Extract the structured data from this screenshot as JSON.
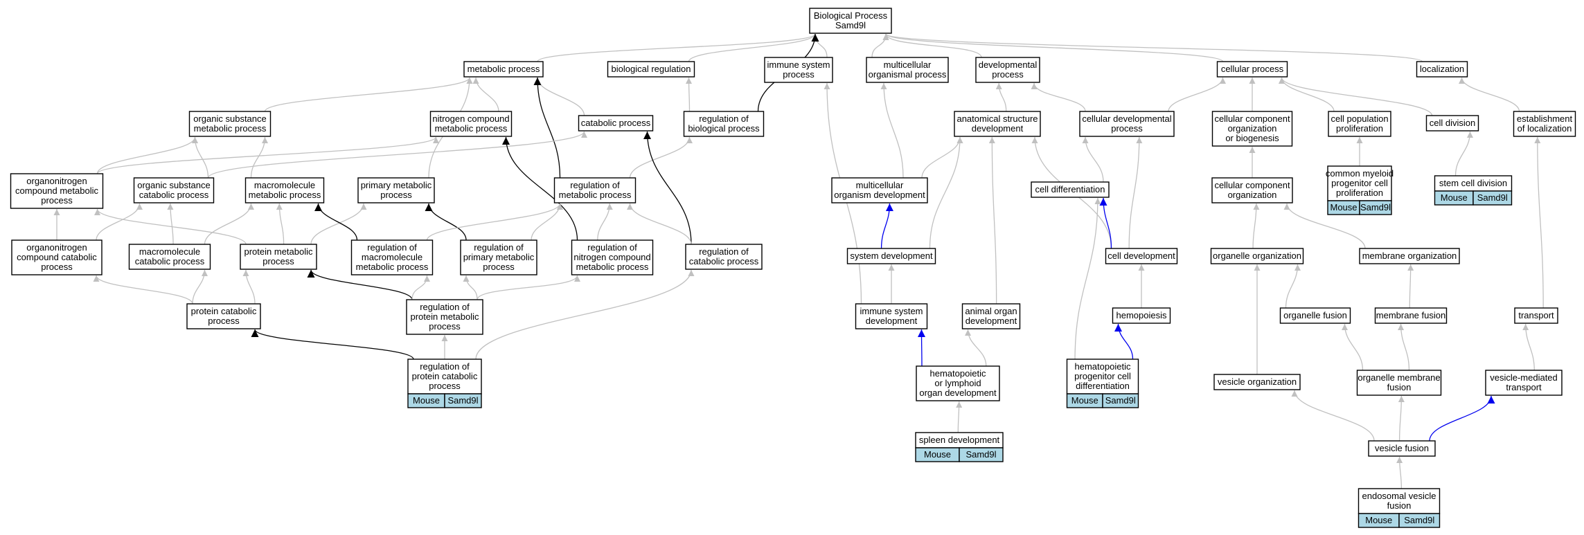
{
  "colors": {
    "edge_gray": "#c0c0c0",
    "edge_black": "#000000",
    "edge_blue": "#0000ee",
    "annotation_fill": "#add8e6",
    "node_stroke": "#000000"
  },
  "nodes": [
    {
      "id": "bp",
      "lines": [
        "Biological Process",
        "Samd9l"
      ]
    },
    {
      "id": "metabolic",
      "lines": [
        "metabolic process"
      ]
    },
    {
      "id": "bioreg",
      "lines": [
        "biological regulation"
      ]
    },
    {
      "id": "immune",
      "lines": [
        "immune system",
        "process"
      ]
    },
    {
      "id": "multiorg",
      "lines": [
        "multicellular",
        "organismal process"
      ]
    },
    {
      "id": "devproc",
      "lines": [
        "developmental",
        "process"
      ]
    },
    {
      "id": "cellproc",
      "lines": [
        "cellular process"
      ]
    },
    {
      "id": "localization",
      "lines": [
        "localization"
      ]
    },
    {
      "id": "orgsub",
      "lines": [
        "organic substance",
        "metabolic process"
      ]
    },
    {
      "id": "nitro",
      "lines": [
        "nitrogen compound",
        "metabolic process"
      ]
    },
    {
      "id": "catabolic",
      "lines": [
        "catabolic process"
      ]
    },
    {
      "id": "regbio",
      "lines": [
        "regulation of",
        "biological process"
      ]
    },
    {
      "id": "anatdev",
      "lines": [
        "anatomical structure",
        "development"
      ]
    },
    {
      "id": "celldevproc",
      "lines": [
        "cellular developmental",
        "process"
      ]
    },
    {
      "id": "ccob",
      "lines": [
        "cellular component",
        "organization",
        "or biogenesis"
      ]
    },
    {
      "id": "cellpop",
      "lines": [
        "cell population",
        "proliferation"
      ]
    },
    {
      "id": "celldiv",
      "lines": [
        "cell division"
      ]
    },
    {
      "id": "estloc",
      "lines": [
        "establishment",
        "of localization"
      ]
    },
    {
      "id": "orgnitro",
      "lines": [
        "organonitrogen",
        "compound metabolic",
        "process"
      ]
    },
    {
      "id": "orgsubcat",
      "lines": [
        "organic substance",
        "catabolic process"
      ]
    },
    {
      "id": "macromet",
      "lines": [
        "macromolecule",
        "metabolic process"
      ]
    },
    {
      "id": "primary",
      "lines": [
        "primary metabolic",
        "process"
      ]
    },
    {
      "id": "regmet",
      "lines": [
        "regulation of",
        "metabolic process"
      ]
    },
    {
      "id": "multidev",
      "lines": [
        "multicellular",
        "organism development"
      ]
    },
    {
      "id": "celldiff",
      "lines": [
        "cell differentiation"
      ]
    },
    {
      "id": "ccorg",
      "lines": [
        "cellular component",
        "organization"
      ]
    },
    {
      "id": "cmp",
      "lines": [
        "common myeloid",
        "progenitor cell",
        "proliferation"
      ],
      "annotation": [
        "Mouse",
        "Samd9l"
      ]
    },
    {
      "id": "stemdiv",
      "lines": [
        "stem cell division"
      ],
      "annotation": [
        "Mouse",
        "Samd9l"
      ]
    },
    {
      "id": "orgnitrocat",
      "lines": [
        "organonitrogen",
        "compound catabolic",
        "process"
      ]
    },
    {
      "id": "macrocat",
      "lines": [
        "macromolecule",
        "catabolic process"
      ]
    },
    {
      "id": "protmet",
      "lines": [
        "protein metabolic",
        "process"
      ]
    },
    {
      "id": "regmacro",
      "lines": [
        "regulation of",
        "macromolecule",
        "metabolic process"
      ]
    },
    {
      "id": "regprim",
      "lines": [
        "regulation of",
        "primary metabolic",
        "process"
      ]
    },
    {
      "id": "regnitro",
      "lines": [
        "regulation of",
        "nitrogen compound",
        "metabolic process"
      ]
    },
    {
      "id": "regcat",
      "lines": [
        "regulation of",
        "catabolic process"
      ]
    },
    {
      "id": "sysdev",
      "lines": [
        "system development"
      ]
    },
    {
      "id": "celldev",
      "lines": [
        "cell development"
      ]
    },
    {
      "id": "orgorg",
      "lines": [
        "organelle organization"
      ]
    },
    {
      "id": "memorg",
      "lines": [
        "membrane organization"
      ]
    },
    {
      "id": "protcat",
      "lines": [
        "protein catabolic",
        "process"
      ]
    },
    {
      "id": "regprotmet",
      "lines": [
        "regulation of",
        "protein metabolic",
        "process"
      ]
    },
    {
      "id": "immdev",
      "lines": [
        "immune system",
        "development"
      ]
    },
    {
      "id": "animaldev",
      "lines": [
        "animal organ",
        "development"
      ]
    },
    {
      "id": "hemopoiesis",
      "lines": [
        "hemopoiesis"
      ]
    },
    {
      "id": "orgfusion",
      "lines": [
        "organelle fusion"
      ]
    },
    {
      "id": "memfusion",
      "lines": [
        "membrane fusion"
      ]
    },
    {
      "id": "transport",
      "lines": [
        "transport"
      ]
    },
    {
      "id": "regprotcat",
      "lines": [
        "regulation of",
        "protein catabolic",
        "process"
      ],
      "annotation": [
        "Mouse",
        "Samd9l"
      ]
    },
    {
      "id": "hemato",
      "lines": [
        "hematopoietic",
        "or lymphoid",
        "organ development"
      ]
    },
    {
      "id": "hpcd",
      "lines": [
        "hematopoietic",
        "progenitor cell",
        "differentiation"
      ],
      "annotation": [
        "Mouse",
        "Samd9l"
      ]
    },
    {
      "id": "vesorg",
      "lines": [
        "vesicle organization"
      ]
    },
    {
      "id": "orgmemfusion",
      "lines": [
        "organelle membrane",
        "fusion"
      ]
    },
    {
      "id": "vesmed",
      "lines": [
        "vesicle-mediated",
        "transport"
      ]
    },
    {
      "id": "spleen",
      "lines": [
        "spleen development"
      ],
      "annotation": [
        "Mouse",
        "Samd9l"
      ]
    },
    {
      "id": "vesfusion",
      "lines": [
        "vesicle fusion"
      ]
    },
    {
      "id": "endo",
      "lines": [
        "endosomal vesicle",
        "fusion"
      ],
      "annotation": [
        "Mouse",
        "Samd9l"
      ]
    }
  ],
  "edges": [
    {
      "from": "metabolic",
      "to": "bp",
      "color": "gray"
    },
    {
      "from": "bioreg",
      "to": "bp",
      "color": "gray"
    },
    {
      "from": "immune",
      "to": "bp",
      "color": "gray"
    },
    {
      "from": "multiorg",
      "to": "bp",
      "color": "gray"
    },
    {
      "from": "devproc",
      "to": "bp",
      "color": "gray"
    },
    {
      "from": "cellproc",
      "to": "bp",
      "color": "gray"
    },
    {
      "from": "localization",
      "to": "bp",
      "color": "gray"
    },
    {
      "from": "regbio",
      "to": "bp",
      "color": "black"
    },
    {
      "from": "orgsub",
      "to": "metabolic",
      "color": "gray"
    },
    {
      "from": "nitro",
      "to": "metabolic",
      "color": "gray"
    },
    {
      "from": "catabolic",
      "to": "metabolic",
      "color": "gray"
    },
    {
      "from": "primary",
      "to": "metabolic",
      "color": "gray"
    },
    {
      "from": "regmet",
      "to": "metabolic",
      "color": "black"
    },
    {
      "from": "regbio",
      "to": "bioreg",
      "color": "gray"
    },
    {
      "from": "regmet",
      "to": "regbio",
      "color": "gray"
    },
    {
      "from": "orgnitro",
      "to": "orgsub",
      "color": "gray"
    },
    {
      "from": "orgsubcat",
      "to": "orgsub",
      "color": "gray"
    },
    {
      "from": "macromet",
      "to": "orgsub",
      "color": "gray"
    },
    {
      "from": "orgnitro",
      "to": "nitro",
      "color": "gray"
    },
    {
      "from": "orgsubcat",
      "to": "catabolic",
      "color": "gray"
    },
    {
      "from": "regnitro",
      "to": "nitro",
      "color": "black"
    },
    {
      "from": "regcat",
      "to": "catabolic",
      "color": "black"
    },
    {
      "from": "orgnitrocat",
      "to": "orgnitro",
      "color": "gray"
    },
    {
      "from": "orgnitrocat",
      "to": "orgsubcat",
      "color": "gray"
    },
    {
      "from": "macrocat",
      "to": "orgsubcat",
      "color": "gray"
    },
    {
      "from": "macrocat",
      "to": "macromet",
      "color": "gray"
    },
    {
      "from": "protmet",
      "to": "orgnitro",
      "color": "gray"
    },
    {
      "from": "protmet",
      "to": "macromet",
      "color": "gray"
    },
    {
      "from": "protmet",
      "to": "primary",
      "color": "gray"
    },
    {
      "from": "regmacro",
      "to": "macromet",
      "color": "black"
    },
    {
      "from": "regprim",
      "to": "primary",
      "color": "black"
    },
    {
      "from": "regmacro",
      "to": "regmet",
      "color": "gray"
    },
    {
      "from": "regprim",
      "to": "regmet",
      "color": "gray"
    },
    {
      "from": "regnitro",
      "to": "regmet",
      "color": "gray"
    },
    {
      "from": "regcat",
      "to": "regmet",
      "color": "gray"
    },
    {
      "from": "protcat",
      "to": "orgnitrocat",
      "color": "gray"
    },
    {
      "from": "protcat",
      "to": "macrocat",
      "color": "gray"
    },
    {
      "from": "protcat",
      "to": "protmet",
      "color": "gray"
    },
    {
      "from": "regprotmet",
      "to": "protmet",
      "color": "black"
    },
    {
      "from": "regprotmet",
      "to": "regmacro",
      "color": "gray"
    },
    {
      "from": "regprotmet",
      "to": "regprim",
      "color": "gray"
    },
    {
      "from": "regprotmet",
      "to": "regnitro",
      "color": "gray"
    },
    {
      "from": "regprotcat",
      "to": "protcat",
      "color": "black"
    },
    {
      "from": "regprotcat",
      "to": "regprotmet",
      "color": "gray"
    },
    {
      "from": "regprotcat",
      "to": "regcat",
      "color": "gray"
    },
    {
      "from": "immdev",
      "to": "immune",
      "color": "gray"
    },
    {
      "from": "multidev",
      "to": "multiorg",
      "color": "gray"
    },
    {
      "from": "anatdev",
      "to": "devproc",
      "color": "gray"
    },
    {
      "from": "celldevproc",
      "to": "devproc",
      "color": "gray"
    },
    {
      "from": "celldevproc",
      "to": "cellproc",
      "color": "gray"
    },
    {
      "from": "ccob",
      "to": "cellproc",
      "color": "gray"
    },
    {
      "from": "cellpop",
      "to": "cellproc",
      "color": "gray"
    },
    {
      "from": "celldiv",
      "to": "cellproc",
      "color": "gray"
    },
    {
      "from": "estloc",
      "to": "localization",
      "color": "gray"
    },
    {
      "from": "multidev",
      "to": "anatdev",
      "color": "gray"
    },
    {
      "from": "sysdev",
      "to": "anatdev",
      "color": "gray"
    },
    {
      "from": "animaldev",
      "to": "anatdev",
      "color": "gray"
    },
    {
      "from": "celldev",
      "to": "anatdev",
      "color": "gray"
    },
    {
      "from": "celldiff",
      "to": "celldevproc",
      "color": "gray"
    },
    {
      "from": "celldev",
      "to": "celldevproc",
      "color": "gray"
    },
    {
      "from": "sysdev",
      "to": "multidev",
      "color": "blue"
    },
    {
      "from": "celldev",
      "to": "celldiff",
      "color": "blue"
    },
    {
      "from": "hpcd",
      "to": "celldiff",
      "color": "gray"
    },
    {
      "from": "immdev",
      "to": "sysdev",
      "color": "gray"
    },
    {
      "from": "hemopoiesis",
      "to": "celldev",
      "color": "gray"
    },
    {
      "from": "hpcd",
      "to": "hemopoiesis",
      "color": "blue"
    },
    {
      "from": "hemato",
      "to": "immdev",
      "color": "blue"
    },
    {
      "from": "hemato",
      "to": "animaldev",
      "color": "gray"
    },
    {
      "from": "spleen",
      "to": "hemato",
      "color": "gray"
    },
    {
      "from": "ccorg",
      "to": "ccob",
      "color": "gray"
    },
    {
      "from": "cmp",
      "to": "cellpop",
      "color": "gray"
    },
    {
      "from": "stemdiv",
      "to": "celldiv",
      "color": "gray"
    },
    {
      "from": "orgorg",
      "to": "ccorg",
      "color": "gray"
    },
    {
      "from": "memorg",
      "to": "ccorg",
      "color": "gray"
    },
    {
      "from": "orgfusion",
      "to": "orgorg",
      "color": "gray"
    },
    {
      "from": "vesorg",
      "to": "orgorg",
      "color": "gray"
    },
    {
      "from": "memfusion",
      "to": "memorg",
      "color": "gray"
    },
    {
      "from": "orgmemfusion",
      "to": "orgfusion",
      "color": "gray"
    },
    {
      "from": "orgmemfusion",
      "to": "memfusion",
      "color": "gray"
    },
    {
      "from": "vesfusion",
      "to": "vesorg",
      "color": "gray"
    },
    {
      "from": "vesfusion",
      "to": "orgmemfusion",
      "color": "gray"
    },
    {
      "from": "vesfusion",
      "to": "vesmed",
      "color": "blue"
    },
    {
      "from": "vesmed",
      "to": "transport",
      "color": "gray"
    },
    {
      "from": "transport",
      "to": "estloc",
      "color": "gray"
    },
    {
      "from": "endo",
      "to": "vesfusion",
      "color": "gray"
    }
  ]
}
